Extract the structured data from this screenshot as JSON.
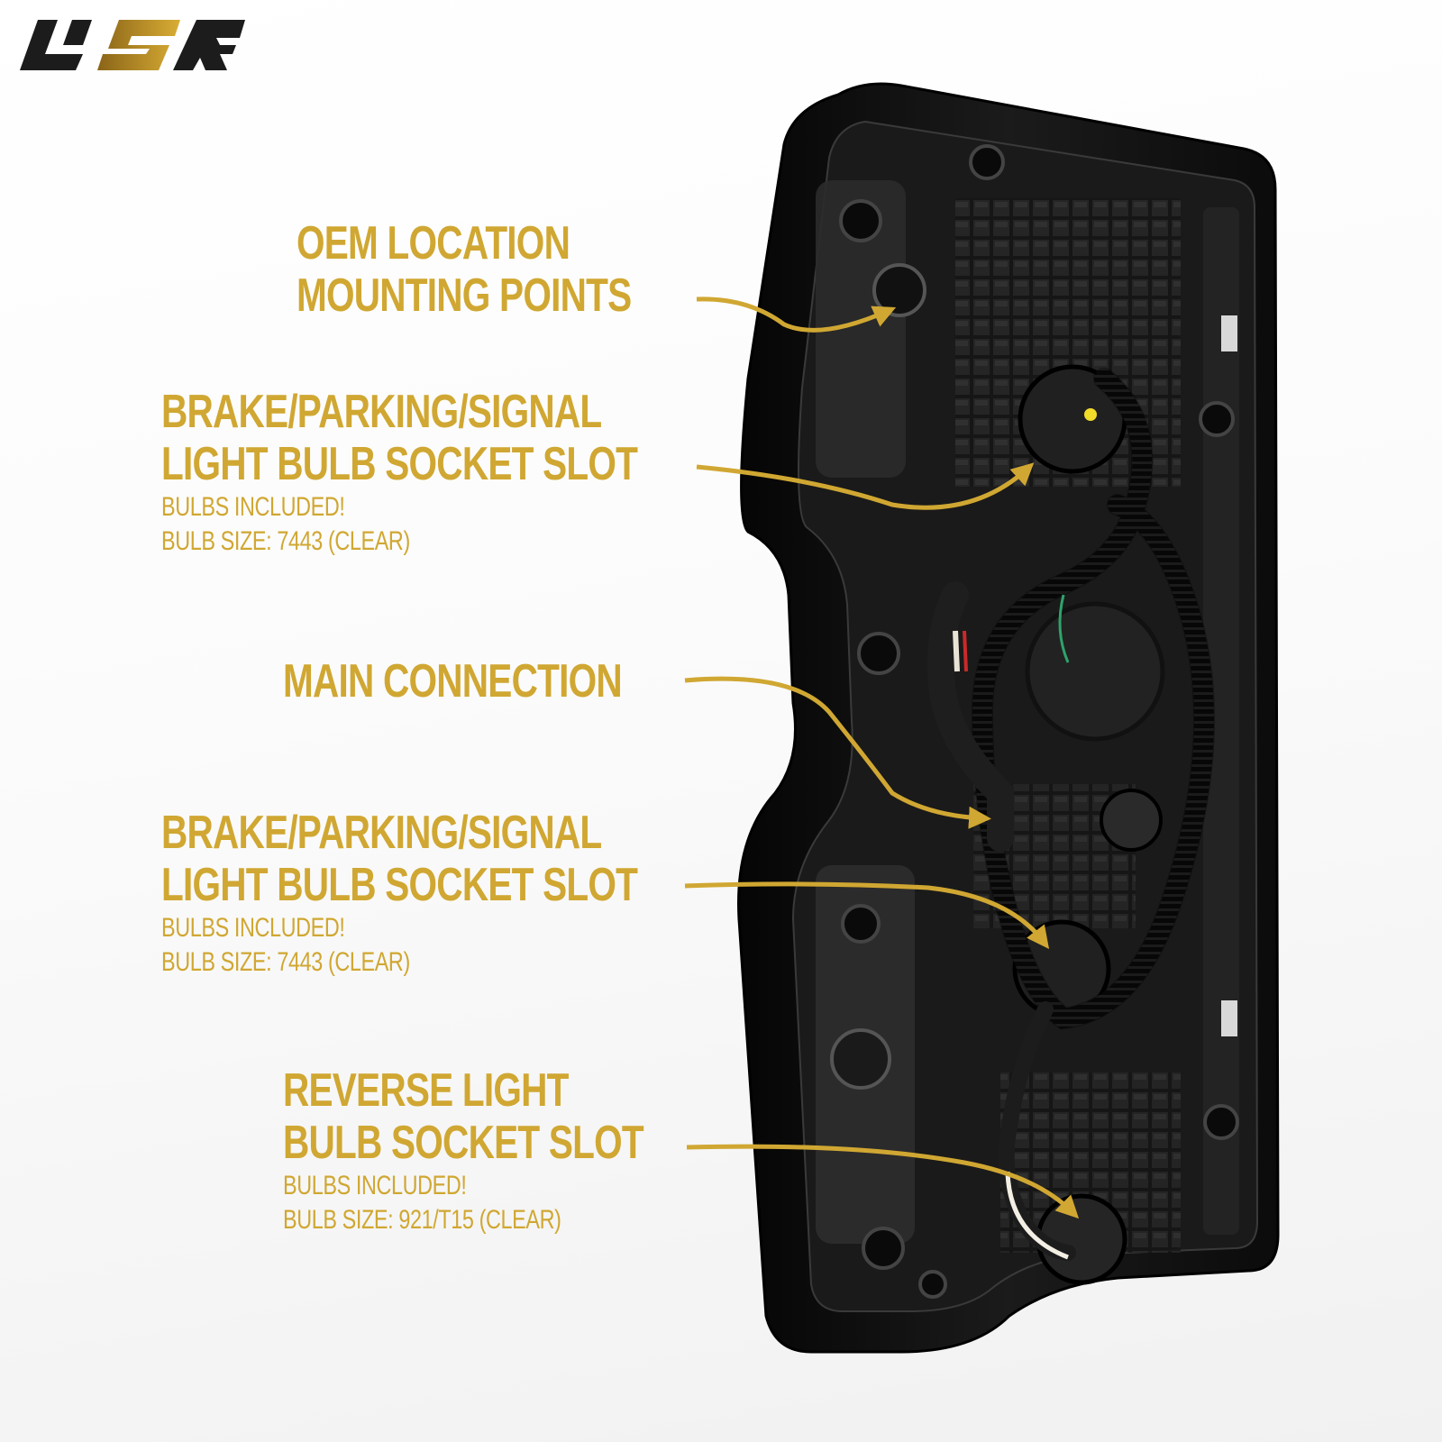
{
  "brand": {
    "logo_text": "USR",
    "logo_icon": "usr-brand-logo",
    "colors": {
      "gold": "#d0a732",
      "logo_dark": "#1c1c1c",
      "logo_gold_start": "#8a6418",
      "logo_gold_end": "#d9ad35",
      "lamp_body": "#111111"
    }
  },
  "product": {
    "image_name": "tail-light-housing-rear-view"
  },
  "callouts": [
    {
      "id": "oem-mounting",
      "title_lines": [
        "OEM LOCATION",
        "MOUNTING POINTS"
      ],
      "sub_lines": []
    },
    {
      "id": "bulb-socket-upper",
      "title_lines": [
        "BRAKE/PARKING/SIGNAL",
        "LIGHT BULB SOCKET SLOT"
      ],
      "sub_lines": [
        "BULBS INCLUDED!",
        "BULB SIZE: 7443 (CLEAR)"
      ]
    },
    {
      "id": "main-connection",
      "title_lines": [
        "MAIN CONNECTION"
      ],
      "sub_lines": []
    },
    {
      "id": "bulb-socket-lower",
      "title_lines": [
        "BRAKE/PARKING/SIGNAL",
        "LIGHT BULB SOCKET SLOT"
      ],
      "sub_lines": [
        "BULBS INCLUDED!",
        "BULB SIZE: 7443 (CLEAR)"
      ]
    },
    {
      "id": "reverse-socket",
      "title_lines": [
        "REVERSE LIGHT",
        "BULB SOCKET SLOT"
      ],
      "sub_lines": [
        "BULBS INCLUDED!",
        "BULB SIZE: 921/T15 (CLEAR)"
      ]
    }
  ]
}
